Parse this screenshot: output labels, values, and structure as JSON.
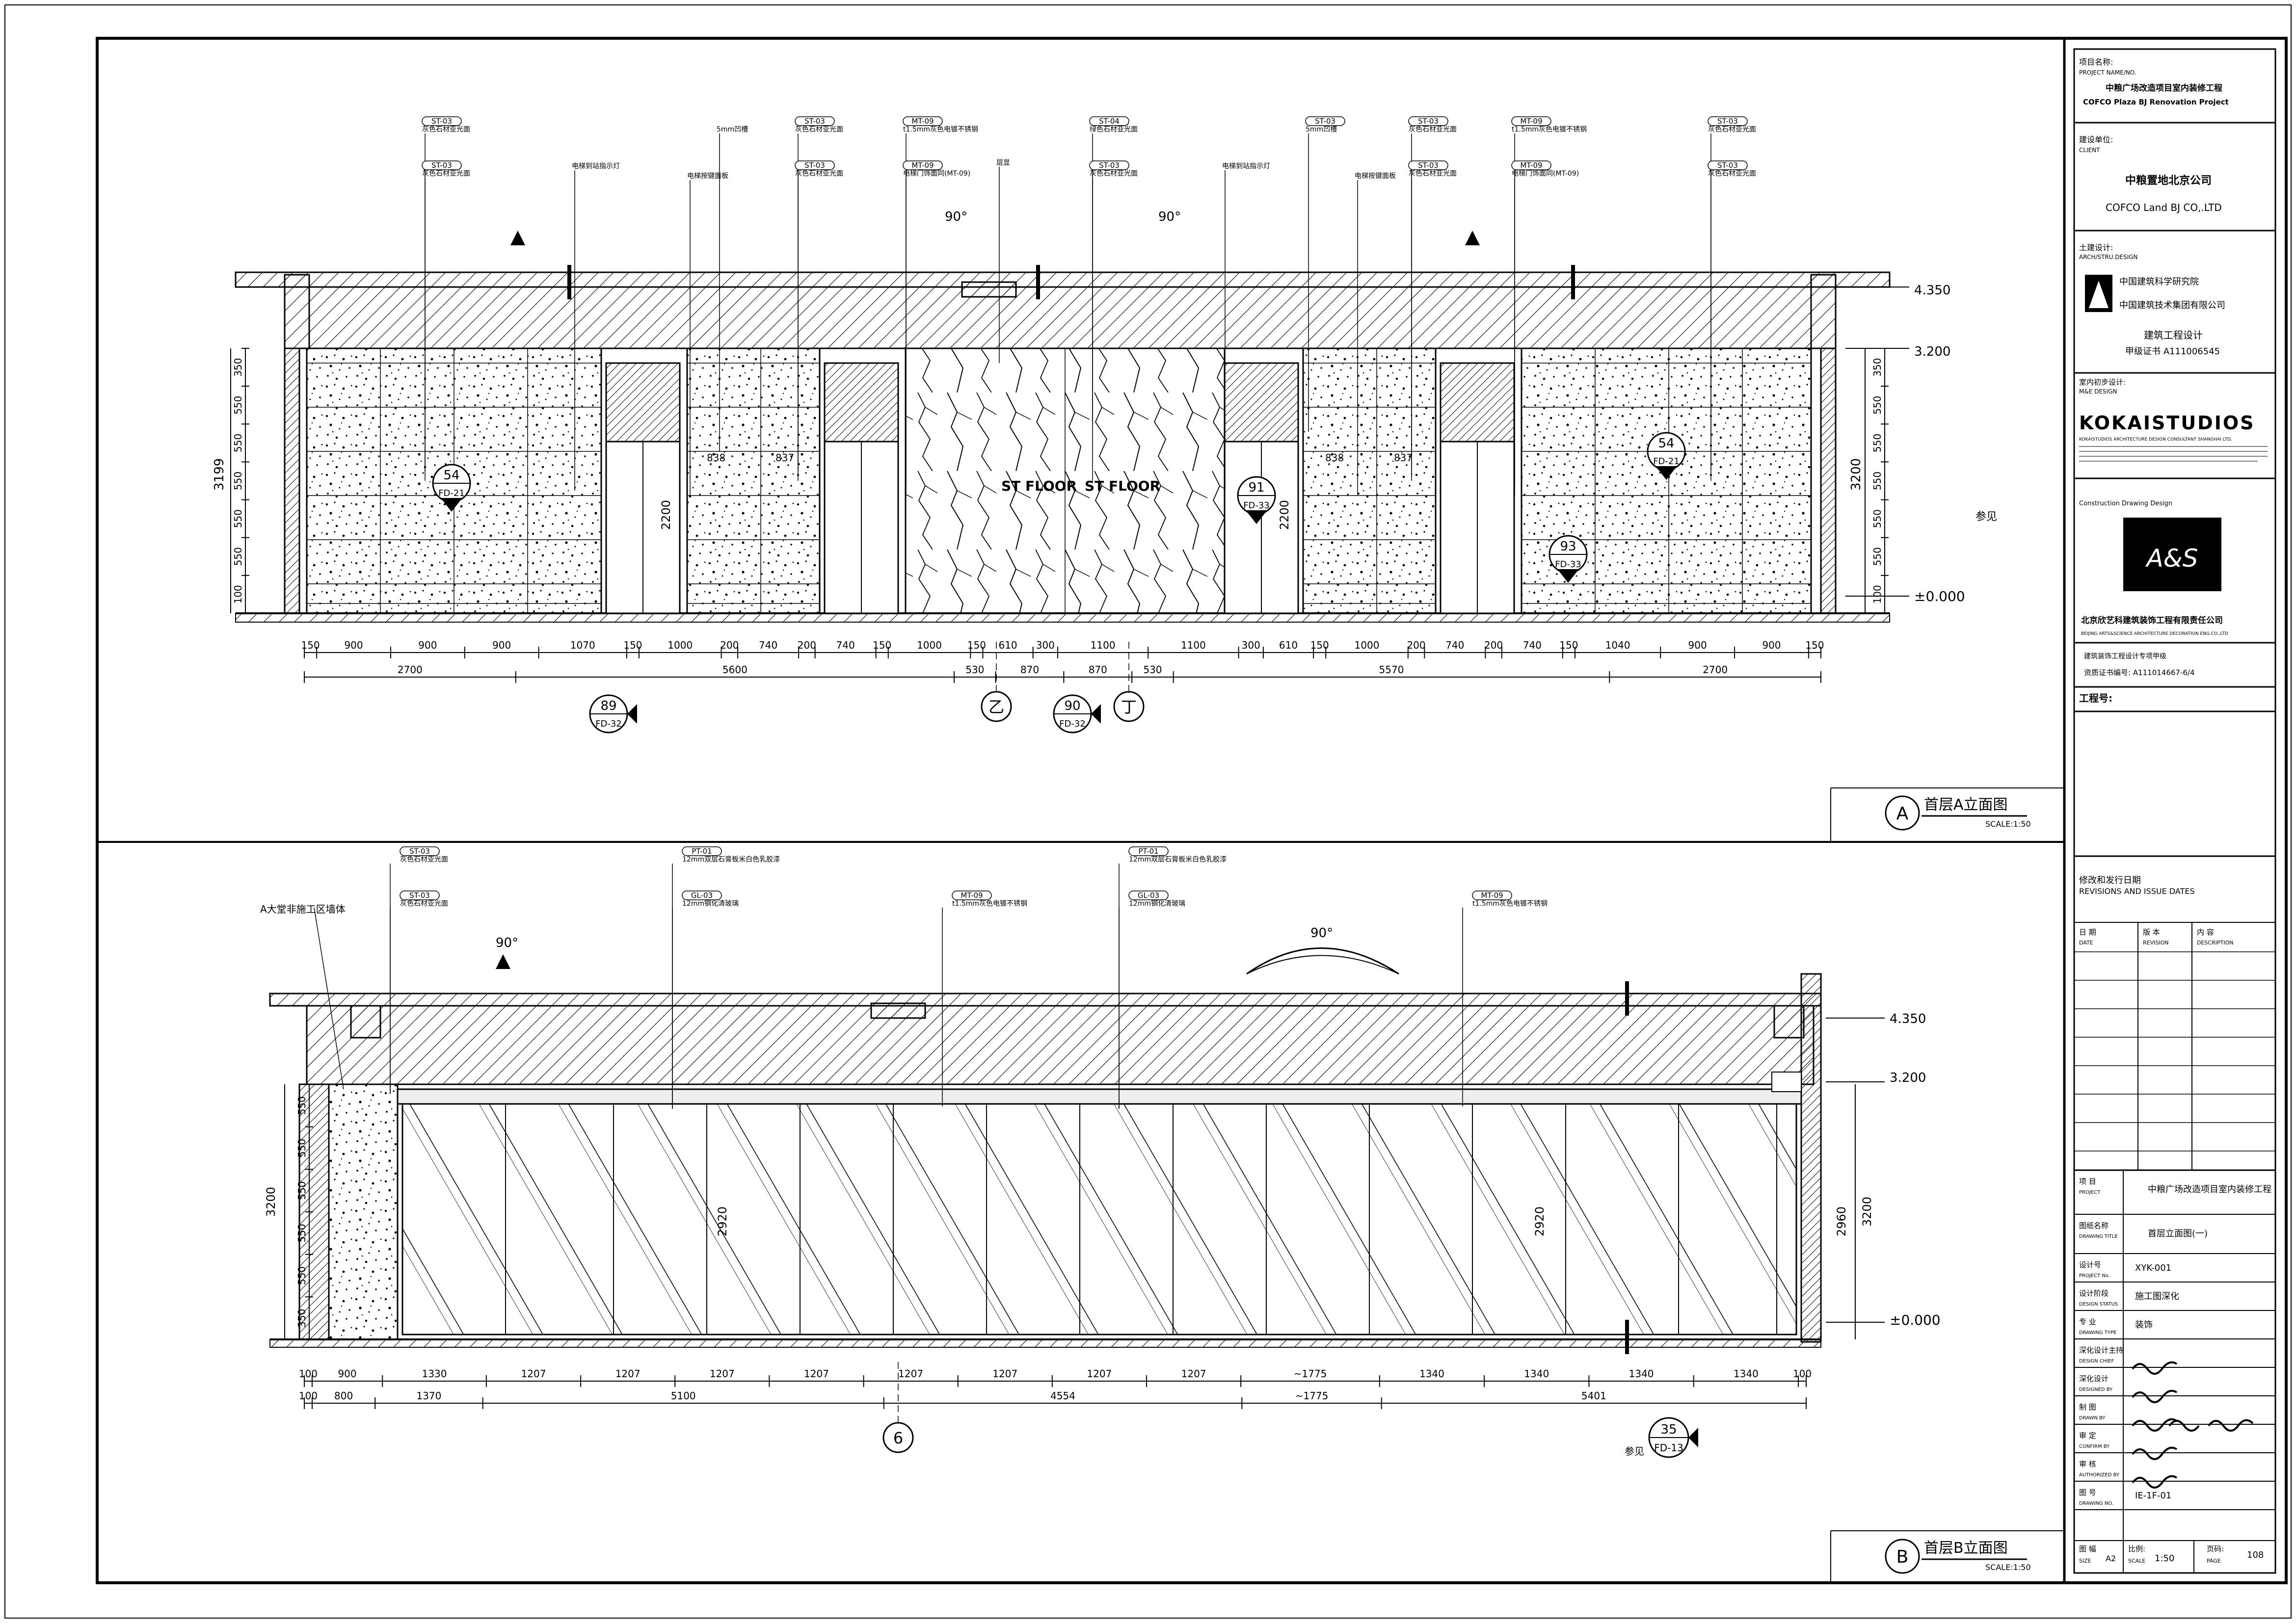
{
  "title_block": {
    "project_label": "项目名称:",
    "project_label_en": "PROJECT NAME/NO.",
    "project_name": "中粮广场改造项目室内装修工程",
    "project_name_en": "COFCO Plaza BJ Renovation Project",
    "client_label": "建设单位:",
    "client_label_en": "CLIENT",
    "client_name": "中粮置地北京公司",
    "client_name_en": "COFCO Land BJ CO,.LTD",
    "arch_label": "土建设计:",
    "arch_label_en": "ARCH/STRU.DESIGN",
    "arch_org1": "中国建筑科学研究院",
    "arch_org2": "中国建筑技术集团有限公司",
    "arch_cert1": "建筑工程设计",
    "arch_cert2": "甲级证书 A111006545",
    "interior_label": "室内初步设计:",
    "interior_label_en": "M&E DESIGN",
    "interior_firm": "KOKAISTUDIOS",
    "interior_firm_note": "KOKAISTUDIOS ARCHITECTURE DESIGN CONSULTANT SHANGHAI LTD.",
    "cd_label": "Construction Drawing Design",
    "cd_logo_text": "A&S",
    "cd_company": "北京欣艺科建筑装饰工程有限责任公司",
    "cd_company_en": "BEIJING ARTS&SCIENCE ARCHITECTURE DECORATION ENG.CO.,LTD",
    "cd_cert_line1": "建筑装饰工程设计专项甲级",
    "cd_cert_line2": "资质证书编号: A111014667-6/4",
    "job_no_label": "工程号:",
    "revision_title": "修改和发行日期",
    "revision_title_en": "REVISIONS AND ISSUE DATES",
    "revision_cols": [
      {
        "cn": "日 期",
        "en": "DATE"
      },
      {
        "cn": "版 本",
        "en": "REVISION"
      },
      {
        "cn": "内 容",
        "en": "DESCRIPTION"
      }
    ],
    "info_rows": [
      {
        "label": "项 目",
        "label_en": "PROJECT",
        "value": "中粮广场改造项目室内装修工程"
      },
      {
        "label": "图纸名称",
        "label_en": "DRAWING TITLE",
        "value": "首层立面图(一)"
      },
      {
        "label": "设计号",
        "label_en": "PROJECT No.",
        "value": "XYK-001"
      },
      {
        "label": "设计阶段",
        "label_en": "DESIGN STATUS",
        "value": "施工图深化"
      },
      {
        "label": "专 业",
        "label_en": "DRAWING TYPE",
        "value": "装饰"
      },
      {
        "label": "深化设计主持",
        "label_en": "DESIGN CHIEF",
        "value": ""
      },
      {
        "label": "深化设计",
        "label_en": "DESIGNED BY",
        "value": ""
      },
      {
        "label": "制 图",
        "label_en": "DRAWN BY",
        "value": ""
      },
      {
        "label": "审 定",
        "label_en": "CONFIRM BY",
        "value": ""
      },
      {
        "label": "审 核",
        "label_en": "AUTHORIZED BY",
        "value": ""
      },
      {
        "label": "图 号",
        "label_en": "DRAWING NO.",
        "value": "IE-1F-01"
      }
    ],
    "size_label": "图 幅",
    "size_label_en": "SIZE",
    "size_value": "A2",
    "scale_label": "比例:",
    "scale_label_en": "SCALE",
    "scale_value": "1:50",
    "page_label": "页码:",
    "page_label_en": "PAGE",
    "page_value": "108",
    "side_note": "参见"
  },
  "elevation_a": {
    "id": "A",
    "title": "首层A立面图",
    "scale": "SCALE:1:50",
    "top_level": "4.350",
    "ceiling_level": "3.200",
    "floor_level": "±0.000",
    "height_total": "3199",
    "height_right": "3200",
    "row_heights": [
      "350",
      "550",
      "550",
      "550",
      "550",
      "550",
      "100"
    ],
    "callouts": [
      {
        "code": "ST-03",
        "desc": "灰色石材亚光面"
      },
      {
        "code": "ST-03",
        "desc": "灰色石材亚光面"
      },
      {
        "code": "",
        "desc": "电梯到站指示灯"
      },
      {
        "code": "",
        "desc": "电梯按键面板"
      },
      {
        "code": "",
        "desc": "5mm凹槽"
      },
      {
        "code": "ST-03",
        "desc": "灰色石材亚光面"
      },
      {
        "code": "ST-03",
        "desc": "灰色石材亚光面"
      },
      {
        "code": "MT-09",
        "desc": "t1.5mm灰色电镀不锈钢"
      },
      {
        "code": "MT-09",
        "desc": "电梯门饰面同(MT-09)"
      },
      {
        "code": "",
        "desc": "层显"
      },
      {
        "code": "ST-04",
        "desc": "绿色石材亚光面"
      },
      {
        "code": "ST-03",
        "desc": "灰色石材亚光面"
      },
      {
        "code": "",
        "desc": "电梯到站指示灯"
      },
      {
        "code": "",
        "desc": "电梯按键面板"
      },
      {
        "code": "ST-03",
        "desc": "5mm凹槽"
      },
      {
        "code": "ST-03",
        "desc": "灰色石材亚光面"
      },
      {
        "code": "ST-03",
        "desc": "灰色石材亚光面"
      },
      {
        "code": "MT-09",
        "desc": "t1.5mm灰色电镀不锈钢"
      },
      {
        "code": "MT-09",
        "desc": "电梯门饰面同(MT-09)"
      },
      {
        "code": "ST-03",
        "desc": "灰色石材亚光面"
      },
      {
        "code": "ST-03",
        "desc": "灰色石材亚光面"
      }
    ],
    "angle_marks": [
      "90°",
      "90°"
    ],
    "floor_labels": [
      "ST FLOOR",
      "ST FLOOR"
    ],
    "dims_row1": [
      "150",
      "900",
      "900",
      "900",
      "1070",
      "150",
      "1000",
      "200",
      "740",
      "200",
      "740",
      "150",
      "1000",
      "150",
      "610",
      "300",
      "1100",
      "1100",
      "300",
      "610",
      "150",
      "1000",
      "200",
      "740",
      "200",
      "740",
      "150",
      "1040",
      "900",
      "900",
      "150"
    ],
    "dims_row2": [
      "2700",
      "5600",
      "530",
      "870",
      "870",
      "530",
      "5570",
      "2700"
    ],
    "door_height": "2200",
    "small_dims": [
      "838",
      "837",
      "838",
      "837"
    ],
    "axis_marks": [
      "乙",
      "丁"
    ],
    "detail_refs": [
      {
        "num": "54",
        "sheet": "FD-21"
      },
      {
        "num": "54",
        "sheet": "FD-21"
      },
      {
        "num": "91",
        "sheet": "FD-33"
      },
      {
        "num": "93",
        "sheet": "FD-33"
      },
      {
        "num": "89",
        "sheet": "FD-32"
      },
      {
        "num": "90",
        "sheet": "FD-32"
      }
    ]
  },
  "elevation_b": {
    "id": "B",
    "title": "首层B立面图",
    "scale": "SCALE:1:50",
    "top_level": "4.350",
    "ceiling_level": "3.200",
    "floor_level": "±0.000",
    "height_left": "3200",
    "height_right": "3200",
    "glass_height": "2920",
    "glass_height_right": "2960",
    "row_heights": [
      "550",
      "550",
      "550",
      "550",
      "550",
      "350"
    ],
    "side_note": "A大堂非施工区墙体",
    "angle_marks": [
      "90°",
      "90°"
    ],
    "callouts": [
      {
        "code": "ST-03",
        "desc": "灰色石材亚光面"
      },
      {
        "code": "ST-03",
        "desc": "灰色石材亚光面"
      },
      {
        "code": "PT-01",
        "desc": "12mm双层石膏板米白色乳胶漆"
      },
      {
        "code": "GL-03",
        "desc": "12mm钢化清玻璃"
      },
      {
        "code": "MT-09",
        "desc": "t1.5mm灰色电镀不锈钢"
      },
      {
        "code": "PT-01",
        "desc": "12mm双层石膏板米白色乳胶漆"
      },
      {
        "code": "GL-03",
        "desc": "12mm钢化清玻璃"
      },
      {
        "code": "MT-09",
        "desc": "t1.5mm灰色电镀不锈钢"
      }
    ],
    "dims_row1": [
      "100",
      "900",
      "1330",
      "1207",
      "1207",
      "1207",
      "1207",
      "1207",
      "1207",
      "1207",
      "1207",
      "~1775",
      "1340",
      "1340",
      "1340",
      "1340",
      "100"
    ],
    "dims_row2": [
      "100",
      "800",
      "1370",
      "5100",
      "4554",
      "~1775",
      "5401"
    ],
    "axis_mark": "6",
    "detail_ref": {
      "num": "35",
      "sheet": "FD-13"
    },
    "see_note": "参见"
  }
}
